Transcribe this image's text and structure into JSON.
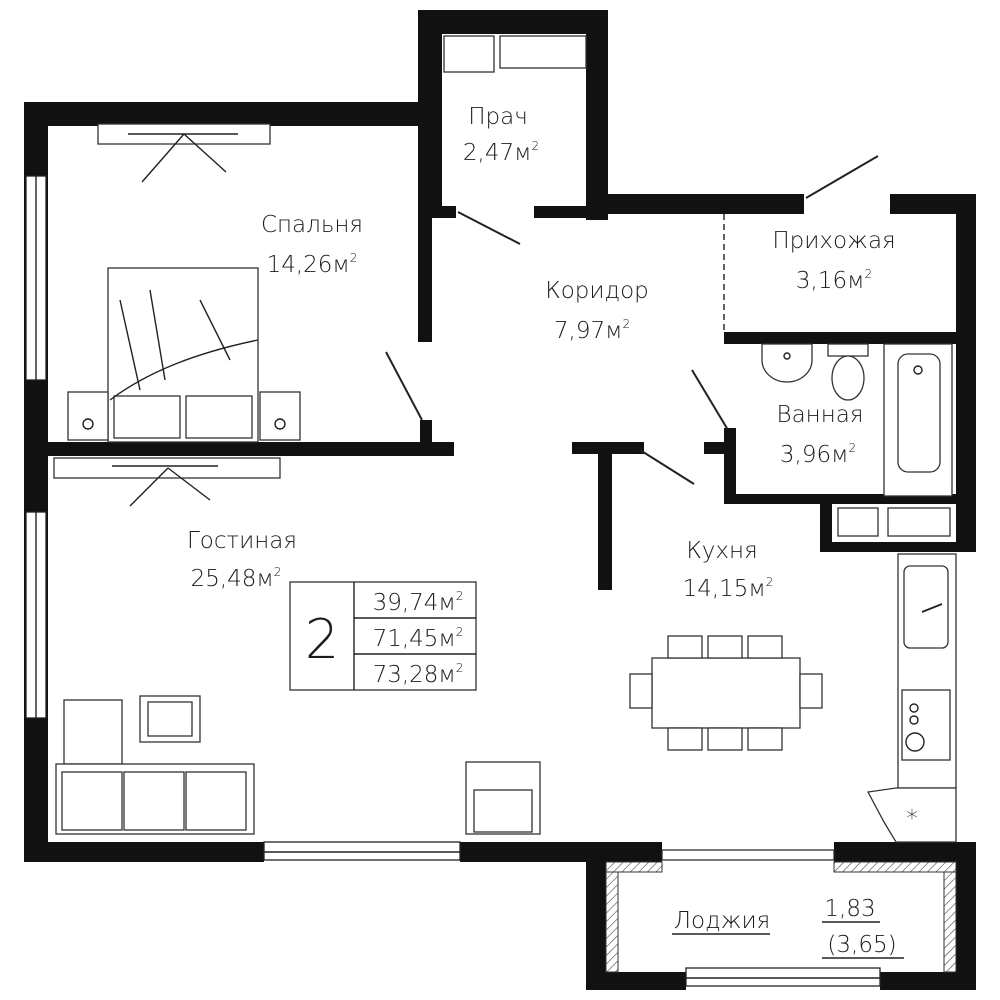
{
  "rooms": {
    "bedroom": {
      "name": "Спальня",
      "area": "14,26",
      "unit": "м",
      "sup": "2"
    },
    "laundry": {
      "name": "Прач",
      "area": "2,47",
      "unit": "м",
      "sup": "2"
    },
    "corridor": {
      "name": "Коридор",
      "area": "7,97",
      "unit": "м",
      "sup": "2"
    },
    "hallway": {
      "name": "Прихожая",
      "area": "3,16",
      "unit": "м",
      "sup": "2"
    },
    "bathroom": {
      "name": "Ванная",
      "area": "3,96",
      "unit": "м",
      "sup": "2"
    },
    "living": {
      "name": "Гостиная",
      "area": "25,48",
      "unit": "м",
      "sup": "2"
    },
    "kitchen": {
      "name": "Кухня",
      "area": "14,15",
      "unit": "м",
      "sup": "2"
    },
    "loggia": {
      "name": "Лоджия",
      "area": "1,83",
      "area_full": "(3,65)"
    }
  },
  "summary": {
    "rooms_count": "2",
    "living_area": "39,74",
    "total_area": "71,45",
    "total_with_loggia": "73,28",
    "unit": "м",
    "sup": "2"
  },
  "marks": {
    "fridge_symbol": "*"
  },
  "colors": {
    "wall": "#111111",
    "line": "#222222",
    "background": "#ffffff"
  }
}
